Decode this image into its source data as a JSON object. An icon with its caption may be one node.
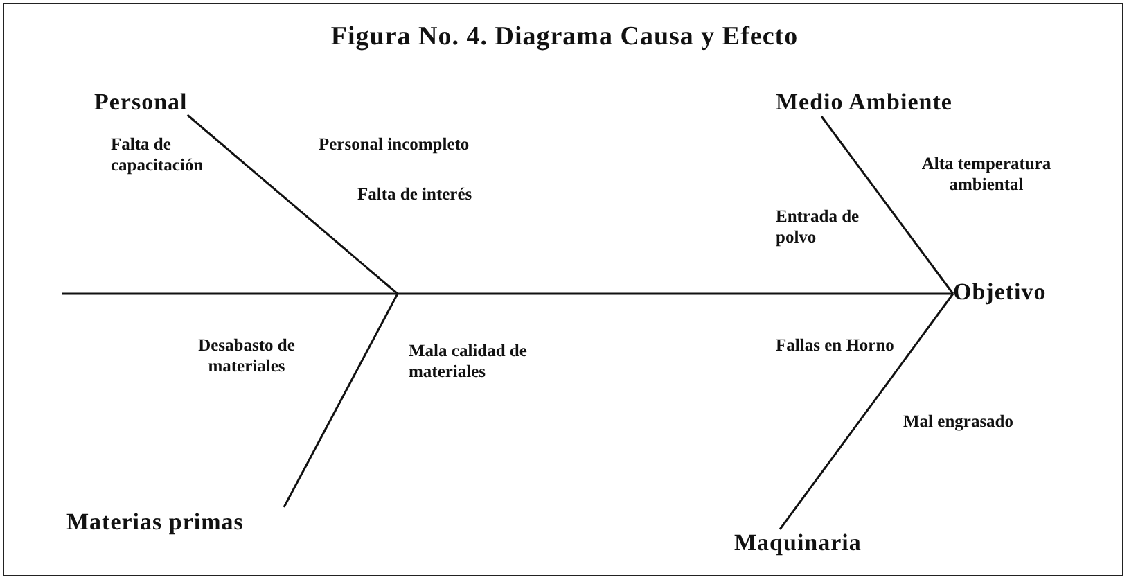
{
  "diagram": {
    "title": "Figura No. 4. Diagrama Causa y Efecto",
    "nodes": [
      {
        "text": [
          "Personal"
        ]
      },
      {
        "text": [
          "Medio Ambiente"
        ]
      },
      {
        "text": [
          "Objetivo"
        ]
      },
      {
        "text": [
          "Materias primas"
        ]
      },
      {
        "text": [
          "Maquinaria"
        ]
      }
    ],
    "edges": [
      {
        "from": null,
        "to": 2,
        "arrow": "none"
      },
      {
        "from": 0,
        "to": null,
        "arrow": "none"
      },
      {
        "from": 1,
        "to": 2,
        "arrow": "none"
      },
      {
        "from": 3,
        "to": null,
        "arrow": "none"
      },
      {
        "from": 4,
        "to": 2,
        "arrow": "none"
      }
    ],
    "labels": [
      "Falta de capacitación",
      "Personal incompleto",
      "Falta de interés",
      "Alta temperatura ambiental",
      "Entrada de polvo",
      "Desabasto de materiales",
      "Mala calidad de materiales",
      "Fallas en Horno",
      "Mal engrasado"
    ]
  }
}
